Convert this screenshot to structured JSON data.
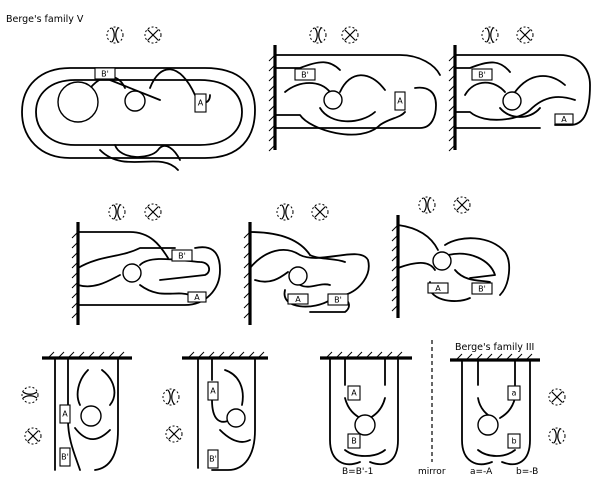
{
  "titles": {
    "family_v": "Berge's family V",
    "family_iii": "Berge's family III"
  },
  "box_labels": {
    "A": "A",
    "B": "B",
    "B_prime": "B'",
    "a": "a",
    "b": "b"
  },
  "captions": {
    "relation_b": "B=B'-1",
    "mirror": "mirror",
    "relation_a": "a=-A",
    "relation_b_lower": "b=-B"
  }
}
